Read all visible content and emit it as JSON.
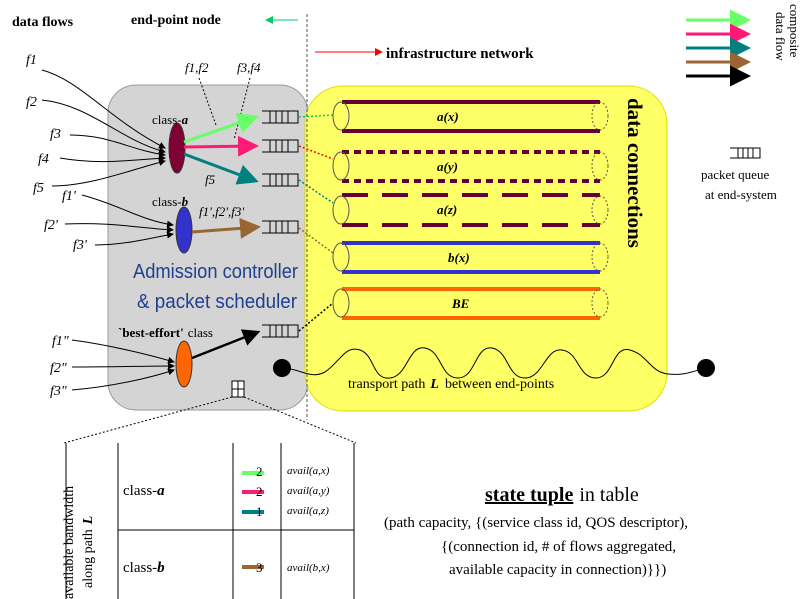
{
  "header": {
    "data_flows": "data flows",
    "end_point_node": "end-point node",
    "infrastructure_network": "infrastructure network"
  },
  "flows": {
    "f1": "f1",
    "f2": "f2",
    "f3": "f3",
    "f4": "f4",
    "f5": "f5",
    "f1p": "f1'",
    "f2p": "f2'",
    "f3p": "f3'",
    "f1pp": "f1\"",
    "f2pp": "f2\"",
    "f3pp": "f3\""
  },
  "groups": {
    "f1f2": "f1,f2",
    "f3f4": "f3,f4",
    "f5": "f5",
    "primes": "f1',f2',f3'"
  },
  "classes": {
    "a_prefix": "class-",
    "a_suffix": "a",
    "b_prefix": "class-",
    "b_suffix": "b",
    "best_effort": "`best-effort'",
    "best_effort_class": "class"
  },
  "controller": {
    "line1": "Admission controller",
    "line2": "& packet scheduler"
  },
  "connections": {
    "title": "data connections",
    "ax": "a(x)",
    "ay": "a(y)",
    "az": "a(z)",
    "bx": "b(x)",
    "be": "BE",
    "transport_prefix": "transport path",
    "transport_L": "L",
    "transport_suffix": "between end-points"
  },
  "legend": {
    "composite": "composite",
    "data_flow": "data flow",
    "packet_queue": "packet queue",
    "at_end_system": "at end-system",
    "colors": [
      "#66ff66",
      "#ff1a75",
      "#008080",
      "#996633",
      "#000000"
    ]
  },
  "table": {
    "side_label_1": "available bandwidth",
    "side_label_2_prefix": "along path",
    "side_label_2_L": "L",
    "rows": [
      {
        "class_prefix": "class-",
        "class_id": "a",
        "entries": [
          {
            "color": "#66ff66",
            "count": "2",
            "avail": "avail(a,x)"
          },
          {
            "color": "#ff1a75",
            "count": "2",
            "avail": "avail(a,y)"
          },
          {
            "color": "#008080",
            "count": "1",
            "avail": "avail(a,z)"
          }
        ]
      },
      {
        "class_prefix": "class-",
        "class_id": "b",
        "entries": [
          {
            "color": "#996633",
            "count": "3",
            "avail": "avail(b,x)"
          }
        ]
      }
    ]
  },
  "state": {
    "title": "state tuple",
    "title_suffix": "in table",
    "line1": "(path capacity, {(service class id, QOS descriptor),",
    "line2": "{(connection id, # of flows aggregated,",
    "line3": "available capacity in connection)}})"
  }
}
